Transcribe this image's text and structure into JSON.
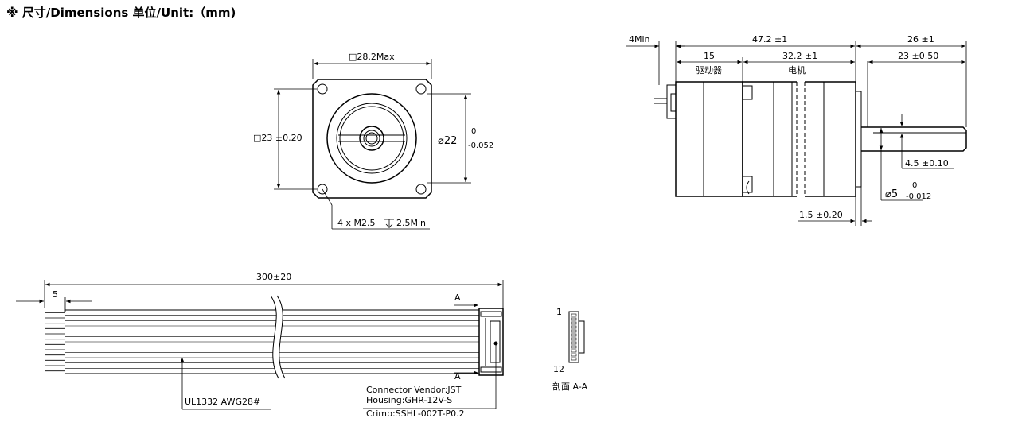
{
  "header": {
    "title": "※ 尺寸/Dimensions  单位/Unit:（mm)"
  },
  "front_view": {
    "width_label": "□28.2Max",
    "hole_pitch_label": "□23 ±0.20",
    "pilot_dia_label": "⌀22",
    "pilot_tol_upper": "0",
    "pilot_tol_lower": "-0.052",
    "hole_spec_label": "4 x  M2.5",
    "hole_depth_label": "2.5Min"
  },
  "side_view": {
    "min_label": "4Min",
    "total_length": "47.2 ±1",
    "driver_length": "15",
    "driver_label": "驱动器",
    "motor_length": "32.2 ±1",
    "motor_label": "电机",
    "shaft_length": "26 ±1",
    "shaft_flat_length": "23 ±0.50",
    "flat_depth": "4.5 ±0.10",
    "shaft_tol_upper": "0",
    "shaft_dia_label": "⌀5",
    "shaft_tol_lower": "-0.012",
    "boss_height": "1.5 ±0.20"
  },
  "cable": {
    "length_label": "300±20",
    "strip_label": "5",
    "section_a_top": "A",
    "section_a_bottom": "A",
    "wire_spec": "UL1332 AWG28#",
    "connector_vendor": "Connector Vendor:JST",
    "housing": "Housing:GHR-12V-S",
    "crimp": "Crimp:SSHL-002T-P0.2"
  },
  "section": {
    "pin_first": "1",
    "pin_last": "12",
    "caption": "剖面 A-A"
  }
}
